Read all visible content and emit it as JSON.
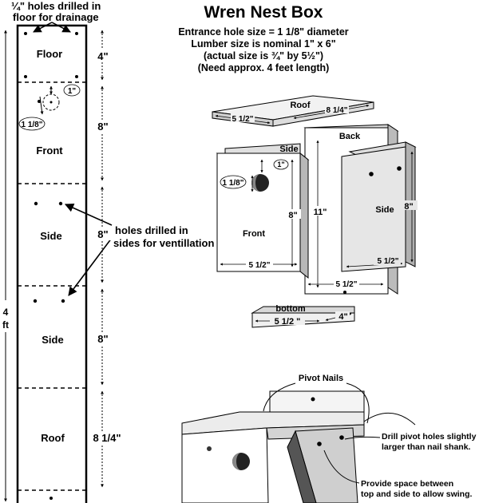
{
  "title": "Wren Nest Box",
  "specs": [
    "Entrance hole size = 1 1/8\" diameter",
    "Lumber size is nominal 1\" x 6\"",
    "(actual size is ¾\" by 5½\")",
    "(Need approx. 4 feet length)"
  ],
  "board": {
    "drainage_note_line1": "¼\" holes drilled in",
    "drainage_note_line2": "floor for drainage",
    "total_length_value": "4",
    "total_length_unit": "ft",
    "hole_offset": "1\"",
    "hole_diameter": "1 1/8\"",
    "ventilation_note_line1": "holes drilled in",
    "ventilation_note_line2": "sides for ventillation",
    "sections": [
      {
        "label": "Floor",
        "dim": "4\""
      },
      {
        "label": "Front",
        "dim": "8\""
      },
      {
        "label": "Side",
        "dim": "8\""
      },
      {
        "label": "Side",
        "dim": "8\""
      },
      {
        "label": "Roof",
        "dim": "8 1/4\""
      }
    ]
  },
  "assembly": {
    "roof_label": "Roof",
    "roof_length": "8 1/4\"",
    "roof_width": "5 1/2\"",
    "back_label": "Back",
    "back_height": "11\"",
    "back_width": "5 1/2\"",
    "side_label_left": "Side",
    "side_label_right": "Side",
    "side_right_height": "8\"",
    "side_right_width": "5 1/2\"",
    "front_label": "Front",
    "front_height": "8\"",
    "front_width": "5 1/2\"",
    "front_hole_offset": "1\"",
    "front_hole_diameter": "1 1/8\"",
    "bottom_label": "bottom",
    "bottom_width": "5 1/2 \"",
    "bottom_depth": "4\""
  },
  "detail": {
    "pivot_label": "Pivot Nails",
    "drill_note_line1": "Drill pivot holes slightly",
    "drill_note_line2": "larger than nail shank.",
    "space_note_line1": "Provide space between",
    "space_note_line2": "top and side to allow swing."
  }
}
